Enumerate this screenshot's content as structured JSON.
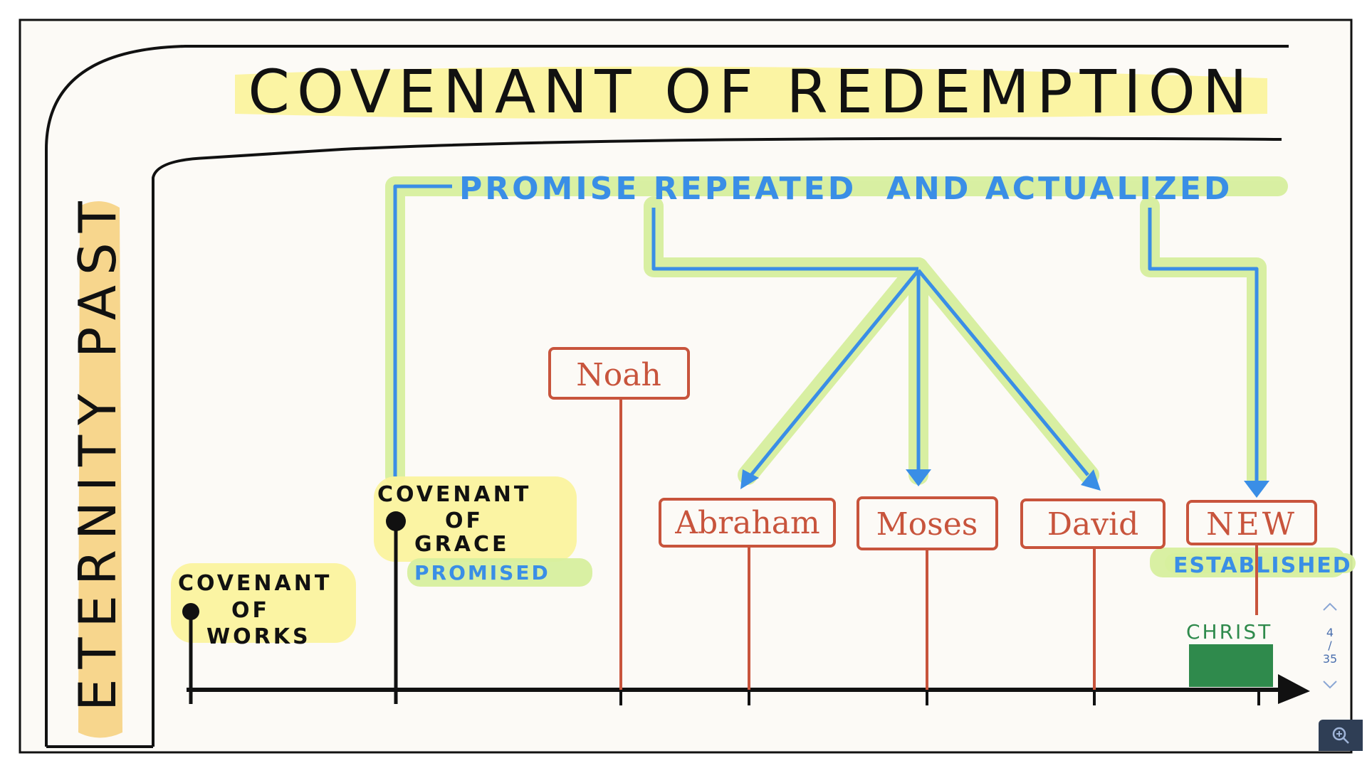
{
  "title": "COVENANT OF REDEMPTION",
  "side_label": "ETERNITY PAST",
  "promise_label_left": "PROMISE REPEATED",
  "promise_label_right": "AND ACTUALIZED",
  "covenant_works": [
    "COVENANT",
    "OF",
    "WORKS"
  ],
  "covenant_grace": [
    "COVENANT",
    "OF",
    "GRACE"
  ],
  "promised_label": "PROMISED",
  "boxes": {
    "noah": "Noah",
    "abraham": "Abraham",
    "moses": "Moses",
    "david": "David",
    "new": "NEW"
  },
  "established_label": "ESTABLISHED",
  "christ_label": "CHRIST",
  "navigation": {
    "page_current": "4",
    "page_separator": "/",
    "page_total": "35"
  },
  "colors": {
    "ink": "#111111",
    "blue": "#3a8ee6",
    "red": "#c8543c",
    "yellow_highlight": "#fbf39a",
    "green_highlight": "#d7ef9e",
    "orange_highlight": "#f6cf7a",
    "christ_green": "#2f8a4c"
  },
  "icons": {
    "zoom": "zoom-in-icon",
    "nav_up": "chevron-up-icon",
    "nav_down": "chevron-down-icon"
  }
}
